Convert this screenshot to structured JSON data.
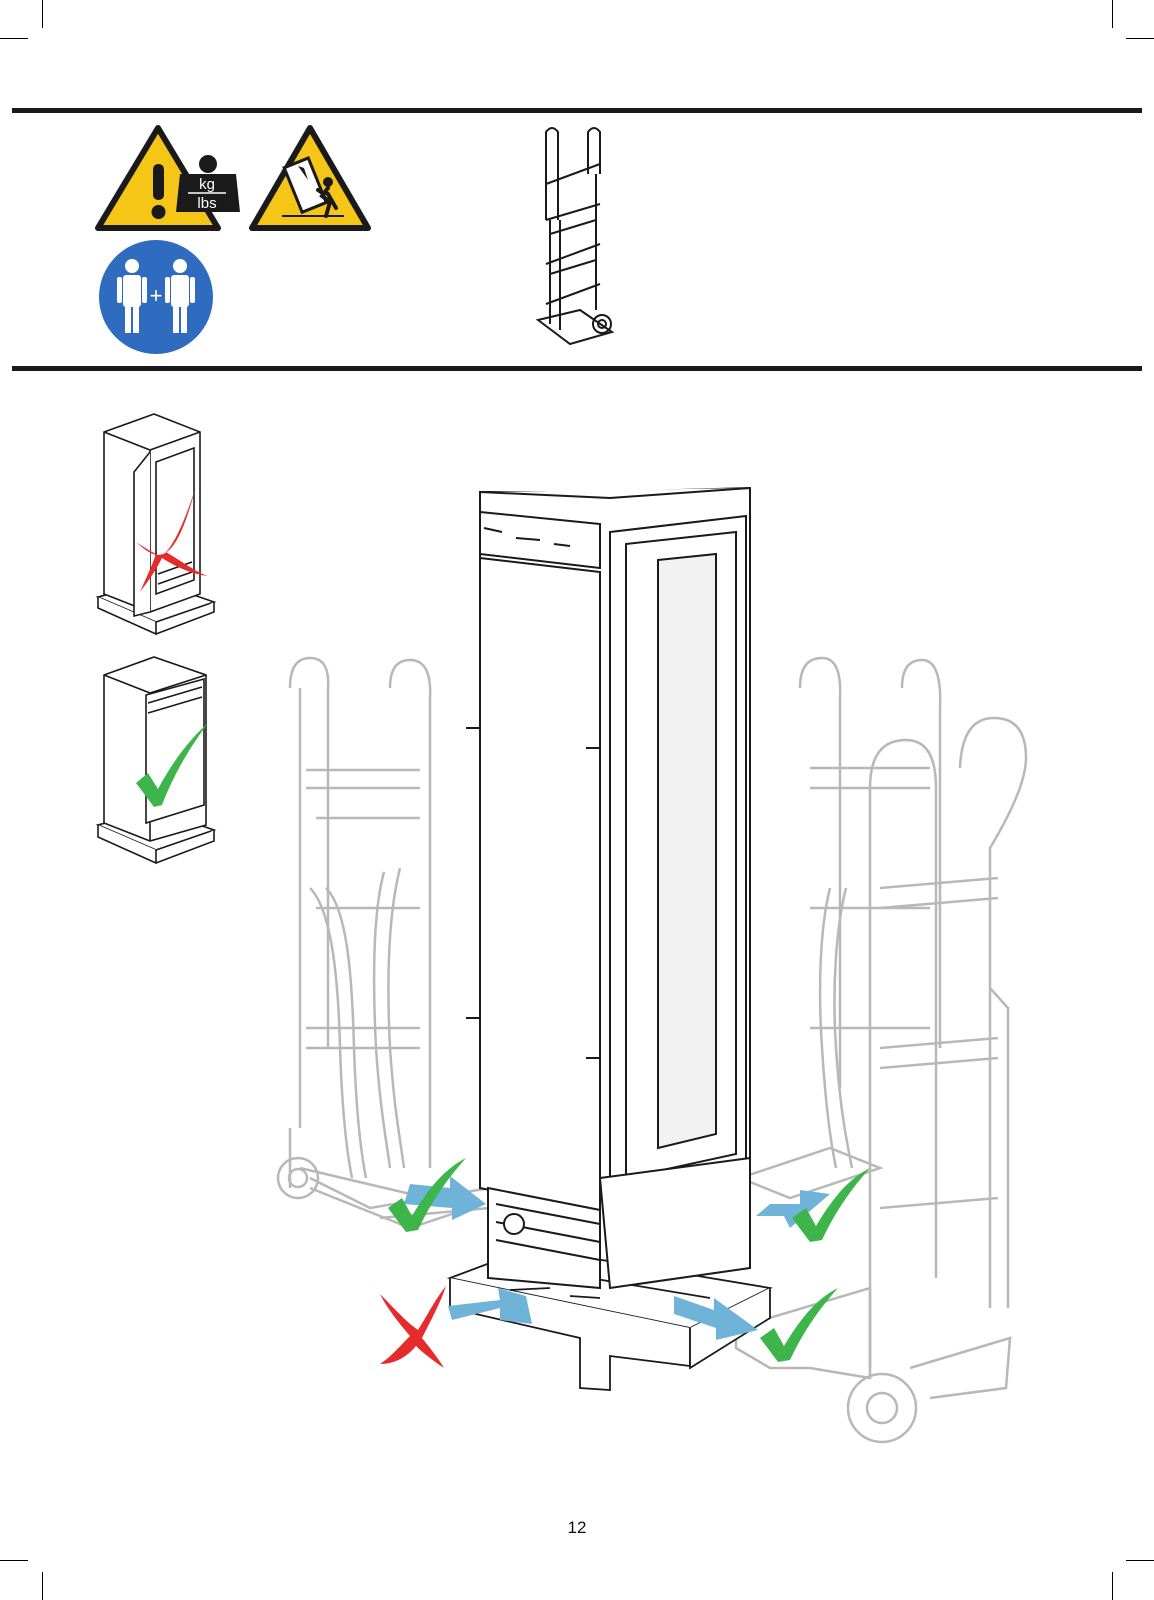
{
  "header": {
    "weight_icon": {
      "unit_top": "kg",
      "unit_bottom": "lbs",
      "color": "#f5c518"
    },
    "tip_over_icon": {
      "color": "#f5c518"
    },
    "two_person_icon": {
      "plus": "+",
      "color": "#2f6cc0"
    }
  },
  "colors": {
    "arrow": "#6fb3d8",
    "check": "#3db54a",
    "cross": "#e52b2b"
  },
  "page_number": "12"
}
